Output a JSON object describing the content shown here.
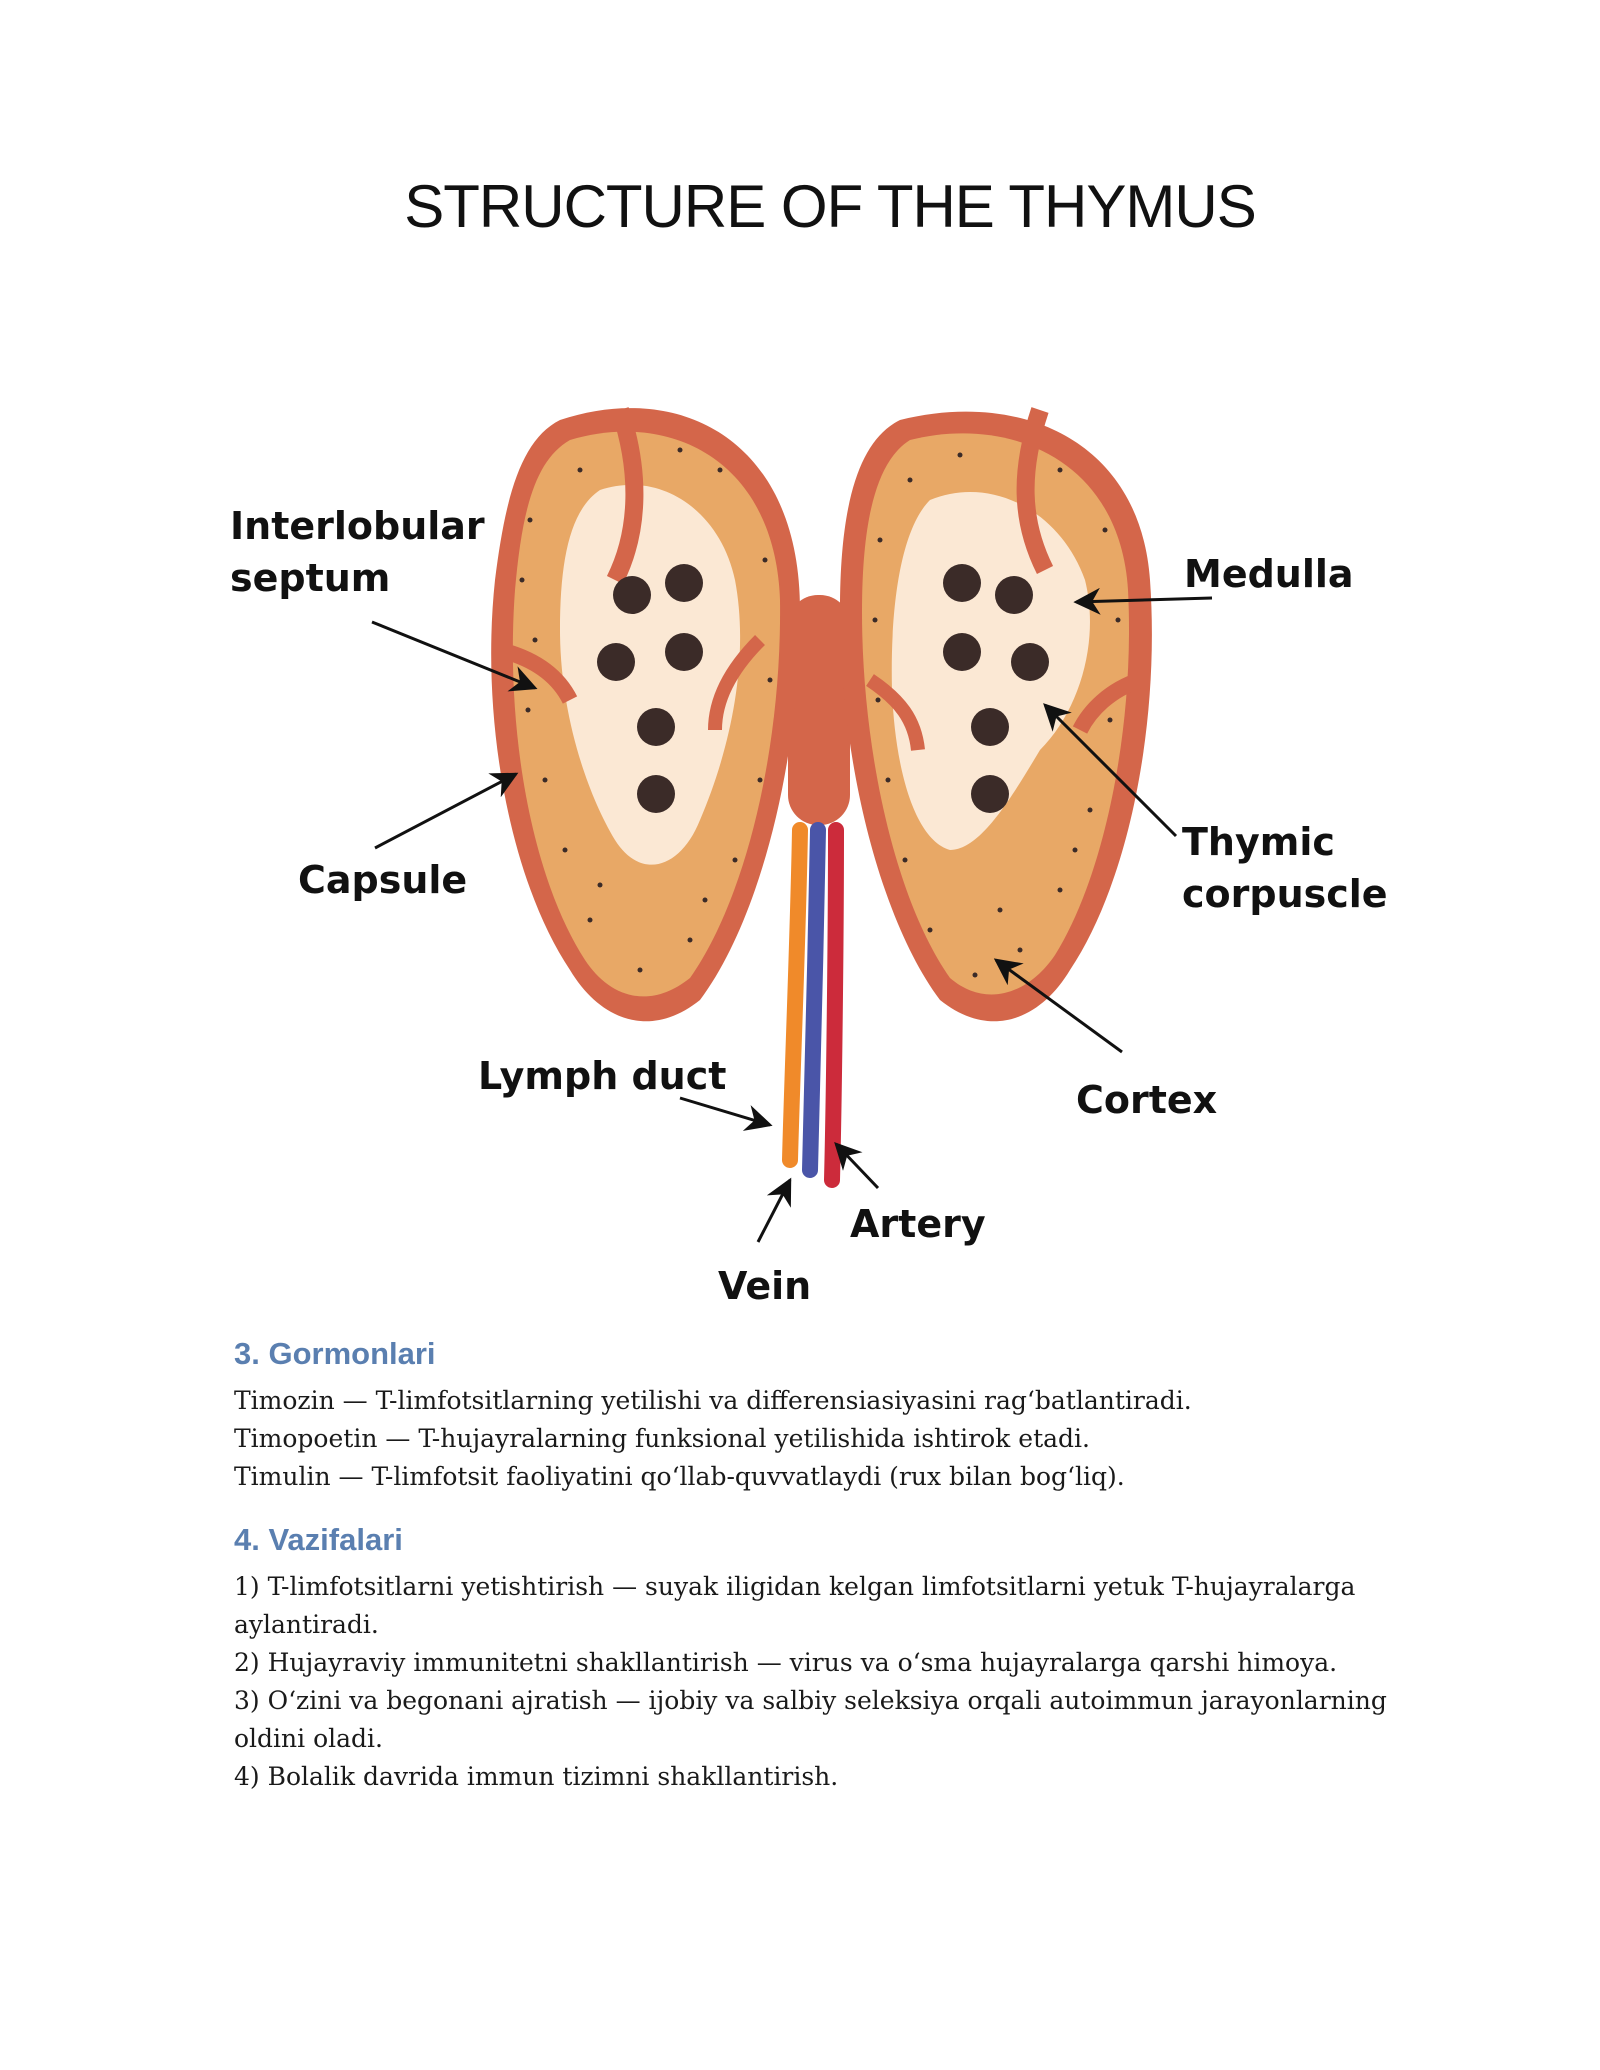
{
  "title": "STRUCTURE OF THE THYMUS",
  "labels": {
    "interlobular_septum": "Interlobular\nseptum",
    "capsule": "Capsule",
    "medulla": "Medulla",
    "thymic_corpuscle": "Thymic\ncorpuscle",
    "cortex": "Cortex",
    "lymph_duct": "Lymph duct",
    "artery": "Artery",
    "vein": "Vein"
  },
  "colors": {
    "capsule": "#d4664a",
    "cortex": "#e8a866",
    "medulla": "#fbe8d4",
    "corpuscle": "#3b2b28",
    "lymph": "#f08a2a",
    "vein": "#4a55a8",
    "artery": "#cc2b3b",
    "heading": "#5a7fb0"
  },
  "sections": [
    {
      "heading": "3. Gormonlari",
      "lines": [
        "Timozin — T-limfotsitlarning yetilishi va differensiasiyasini rag‘batlantiradi.",
        "Timopoetin — T-hujayralarning funksional yetilishida ishtirok etadi.",
        "Timulin — T-limfotsit faoliyatini qo‘llab-quvvatlaydi (rux bilan bog‘liq)."
      ]
    },
    {
      "heading": "4. Vazifalari",
      "lines": [
        "1) T-limfotsitlarni yetishtirish — suyak iligidan kelgan limfotsitlarni yetuk T-hujayralarga aylantiradi.",
        "2) Hujayraviy immunitetni shakllantirish — virus va o‘sma hujayralarga qarshi himoya.",
        "3) O‘zini va begonani ajratish — ijobiy va salbiy seleksiya orqali autoimmun jarayonlarning oldini oladi.",
        "4) Bolalik davrida immun tizimni shakllantirish."
      ]
    }
  ]
}
